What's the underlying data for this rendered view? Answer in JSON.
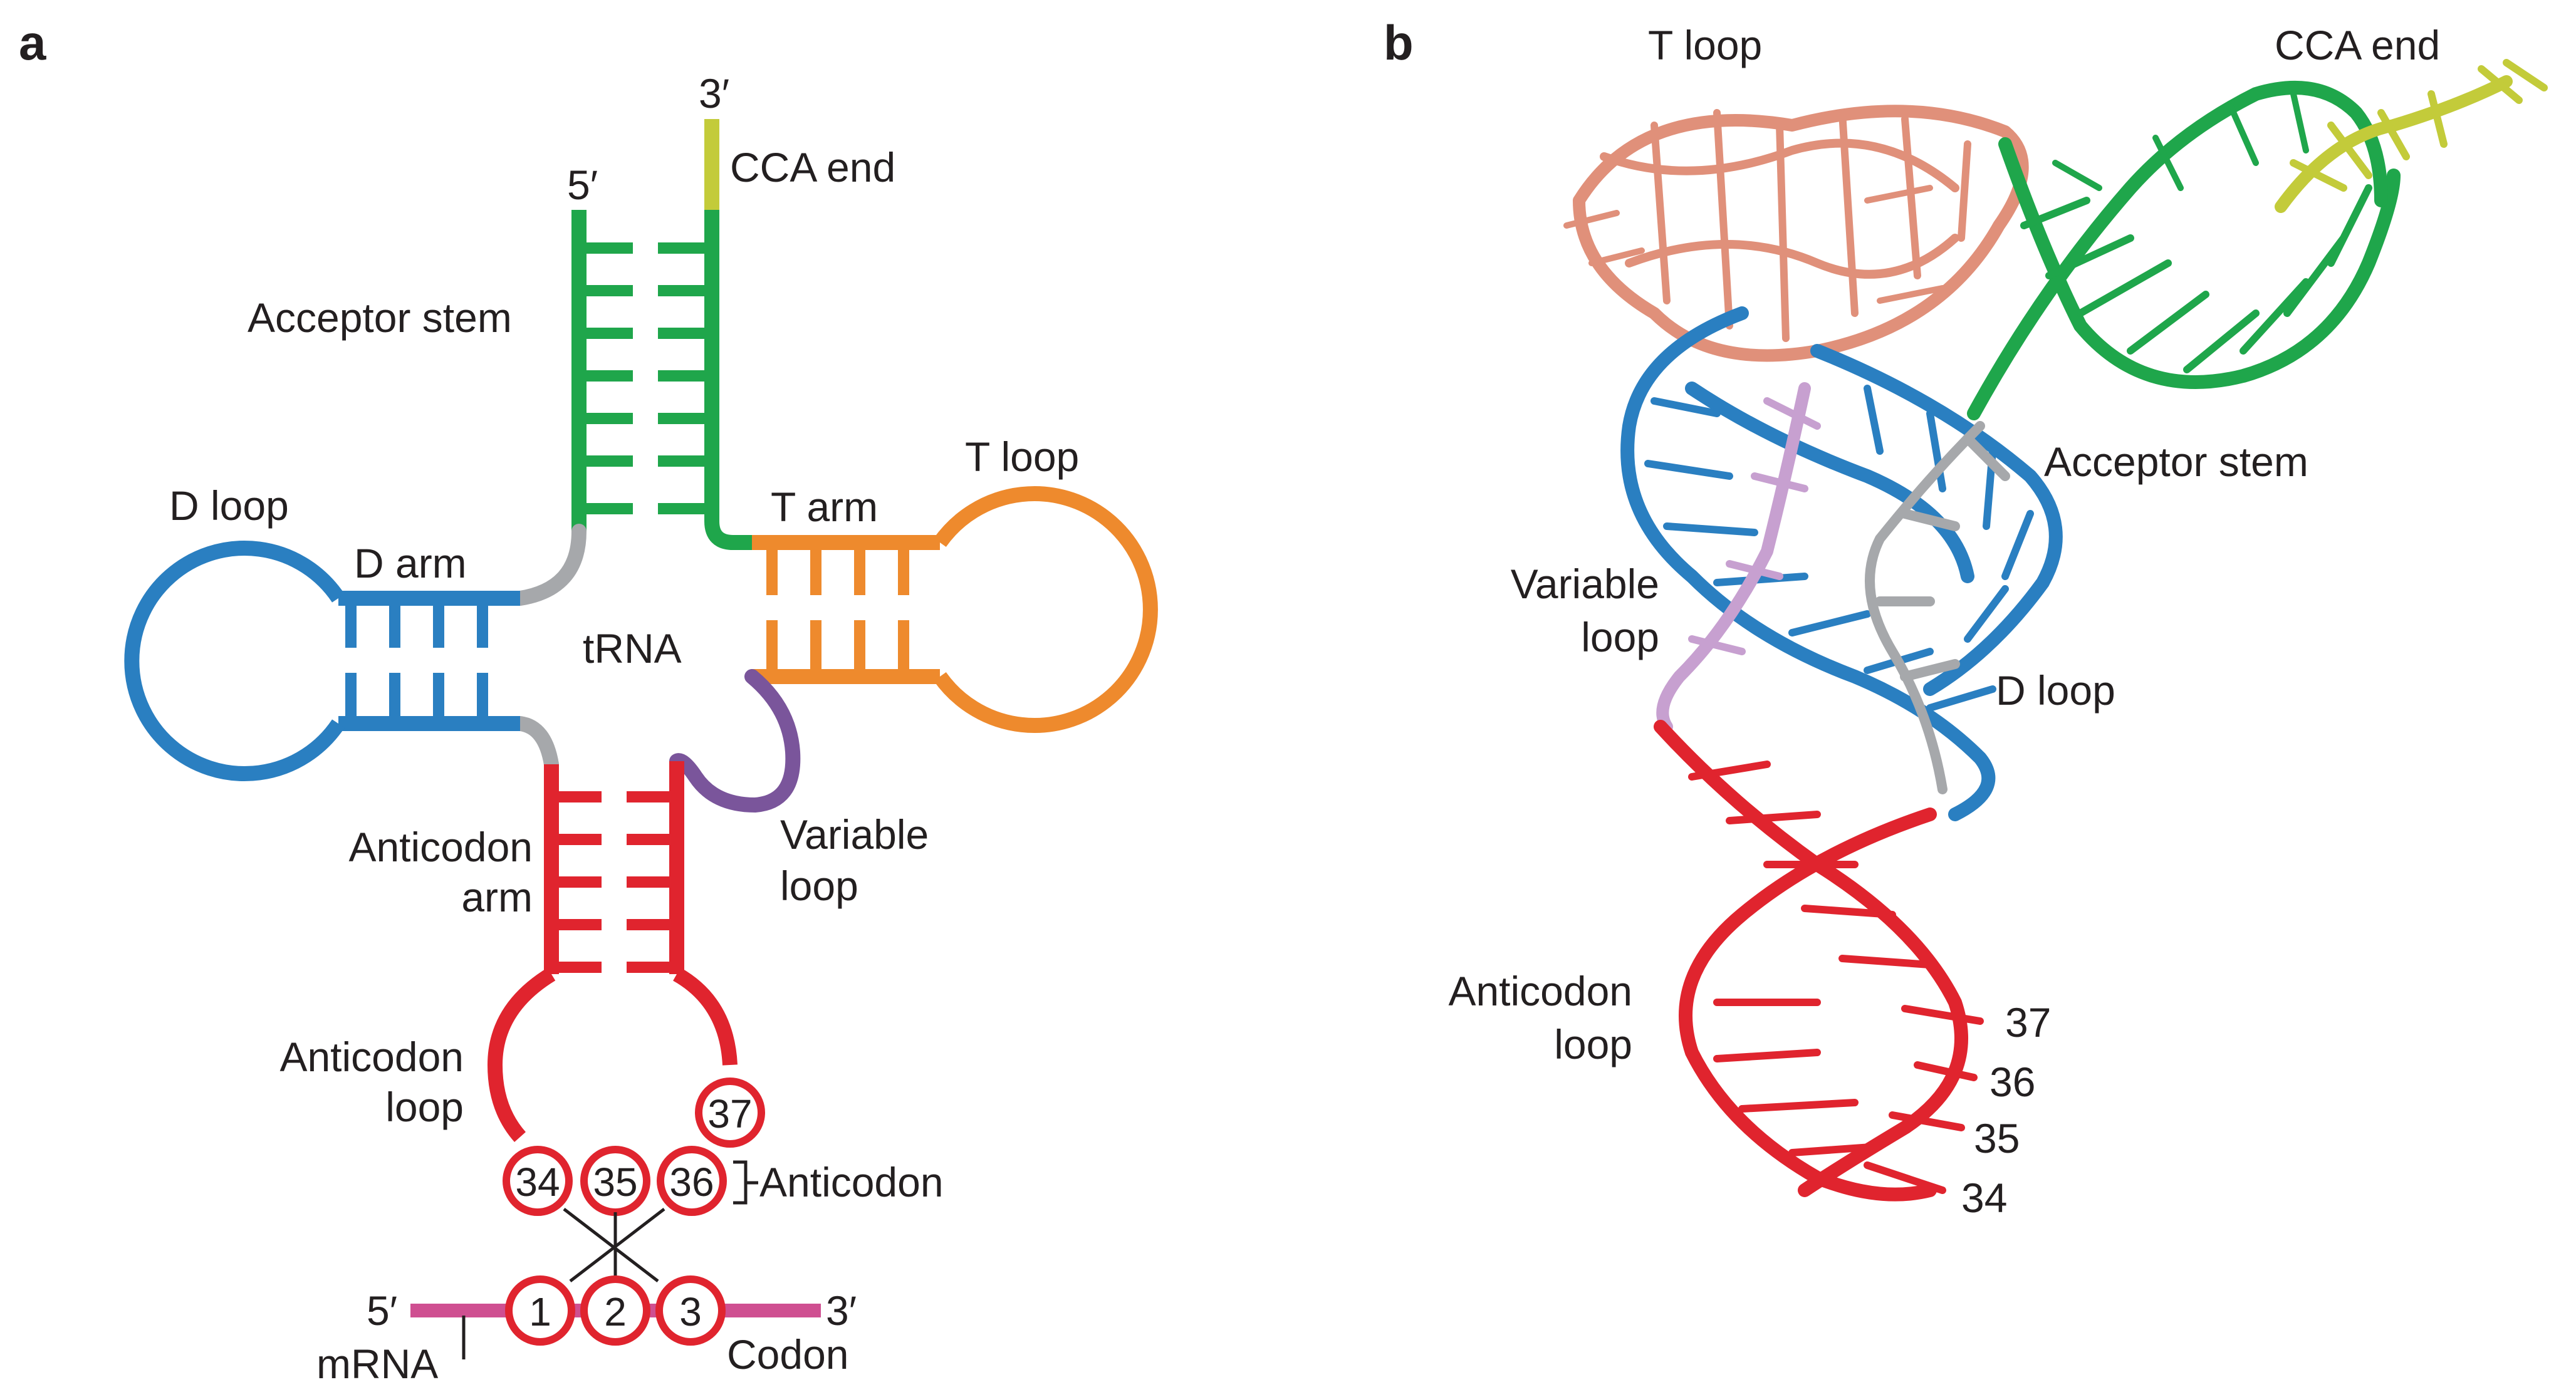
{
  "panels": {
    "a": "a",
    "b": "b"
  },
  "colors": {
    "acceptor_stem": "#1fa64b",
    "cca_end": "#c3cb3a",
    "d_arm": "#2a7fc1",
    "t_arm": "#ee8a2d",
    "anticodon": "#e0242e",
    "variable_loop": "#7a559b",
    "connector": "#a6a8ab",
    "mrna": "#cf4f91",
    "t_loop_3d": "#e0907a",
    "variable_loop_3d": "#c7a0d0",
    "text": "#231f20"
  },
  "panel_a": {
    "five_prime": "5′",
    "three_prime": "3′",
    "cca_end": "CCA end",
    "acceptor_stem": "Acceptor stem",
    "d_loop": "D loop",
    "d_arm": "D arm",
    "t_arm": "T arm",
    "t_loop": "T loop",
    "trna": "tRNA",
    "anticodon_arm_line1": "Anticodon",
    "anticodon_arm_line2": "arm",
    "variable_loop_line1": "Variable",
    "variable_loop_line2": "loop",
    "anticodon_loop_line1": "Anticodon",
    "anticodon_loop_line2": "loop",
    "anticodon": "Anticodon",
    "anticodon_positions": [
      "34",
      "35",
      "36"
    ],
    "position_37": "37",
    "codon_positions": [
      "1",
      "2",
      "3"
    ],
    "mrna_five_prime": "5′",
    "mrna_three_prime": "3′",
    "mrna": "mRNA",
    "codon": "Codon"
  },
  "panel_b": {
    "t_loop": "T loop",
    "cca_end": "CCA end",
    "acceptor_stem": "Acceptor stem",
    "variable_loop_line1": "Variable",
    "variable_loop_line2": "loop",
    "d_loop": "D loop",
    "anticodon_loop_line1": "Anticodon",
    "anticodon_loop_line2": "loop",
    "positions": [
      "37",
      "36",
      "35",
      "34"
    ]
  }
}
